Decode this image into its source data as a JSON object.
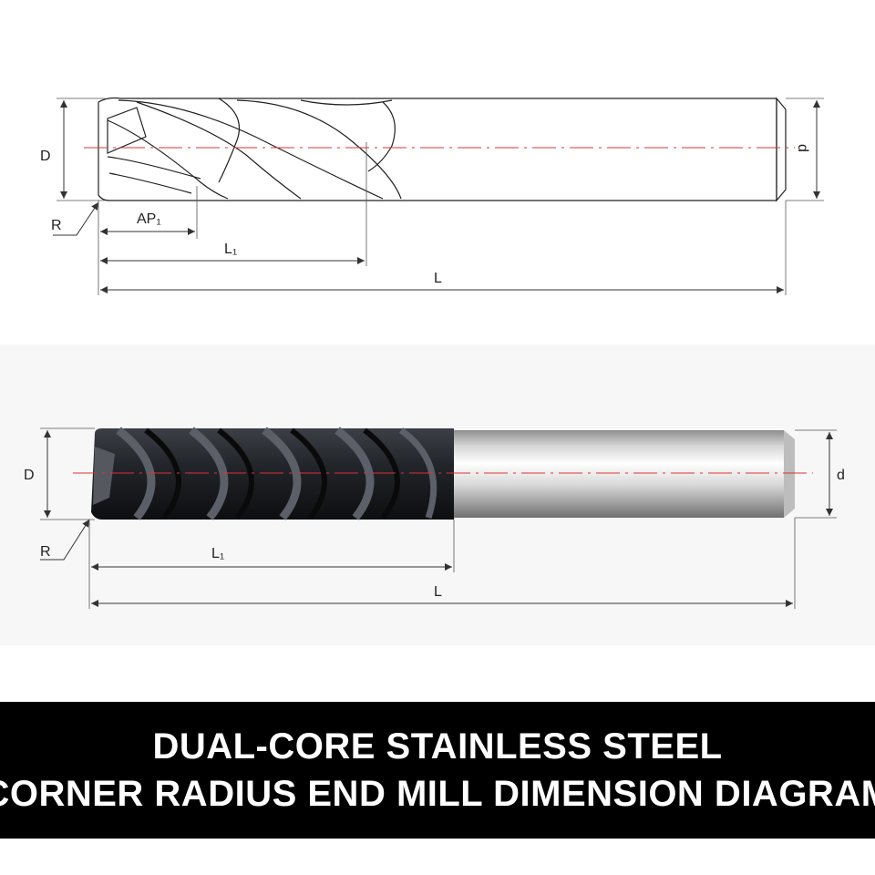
{
  "drawing": {
    "labels": {
      "D": "D",
      "d": "d",
      "R": "R",
      "AP": "AP₁",
      "L1": "L₁",
      "L": "L"
    }
  },
  "photo": {
    "labels": {
      "D": "D",
      "d": "d",
      "R": "R",
      "L1": "L₁",
      "L": "L"
    }
  },
  "title": {
    "line1": "DUAL-CORE STAINLESS STEEL",
    "line2": "CORNER RADIUS END MILL DIMENSION DIAGRAM"
  },
  "colors": {
    "axis": "#dd3333",
    "banner": "#000000",
    "banner_text": "#ffffff"
  }
}
